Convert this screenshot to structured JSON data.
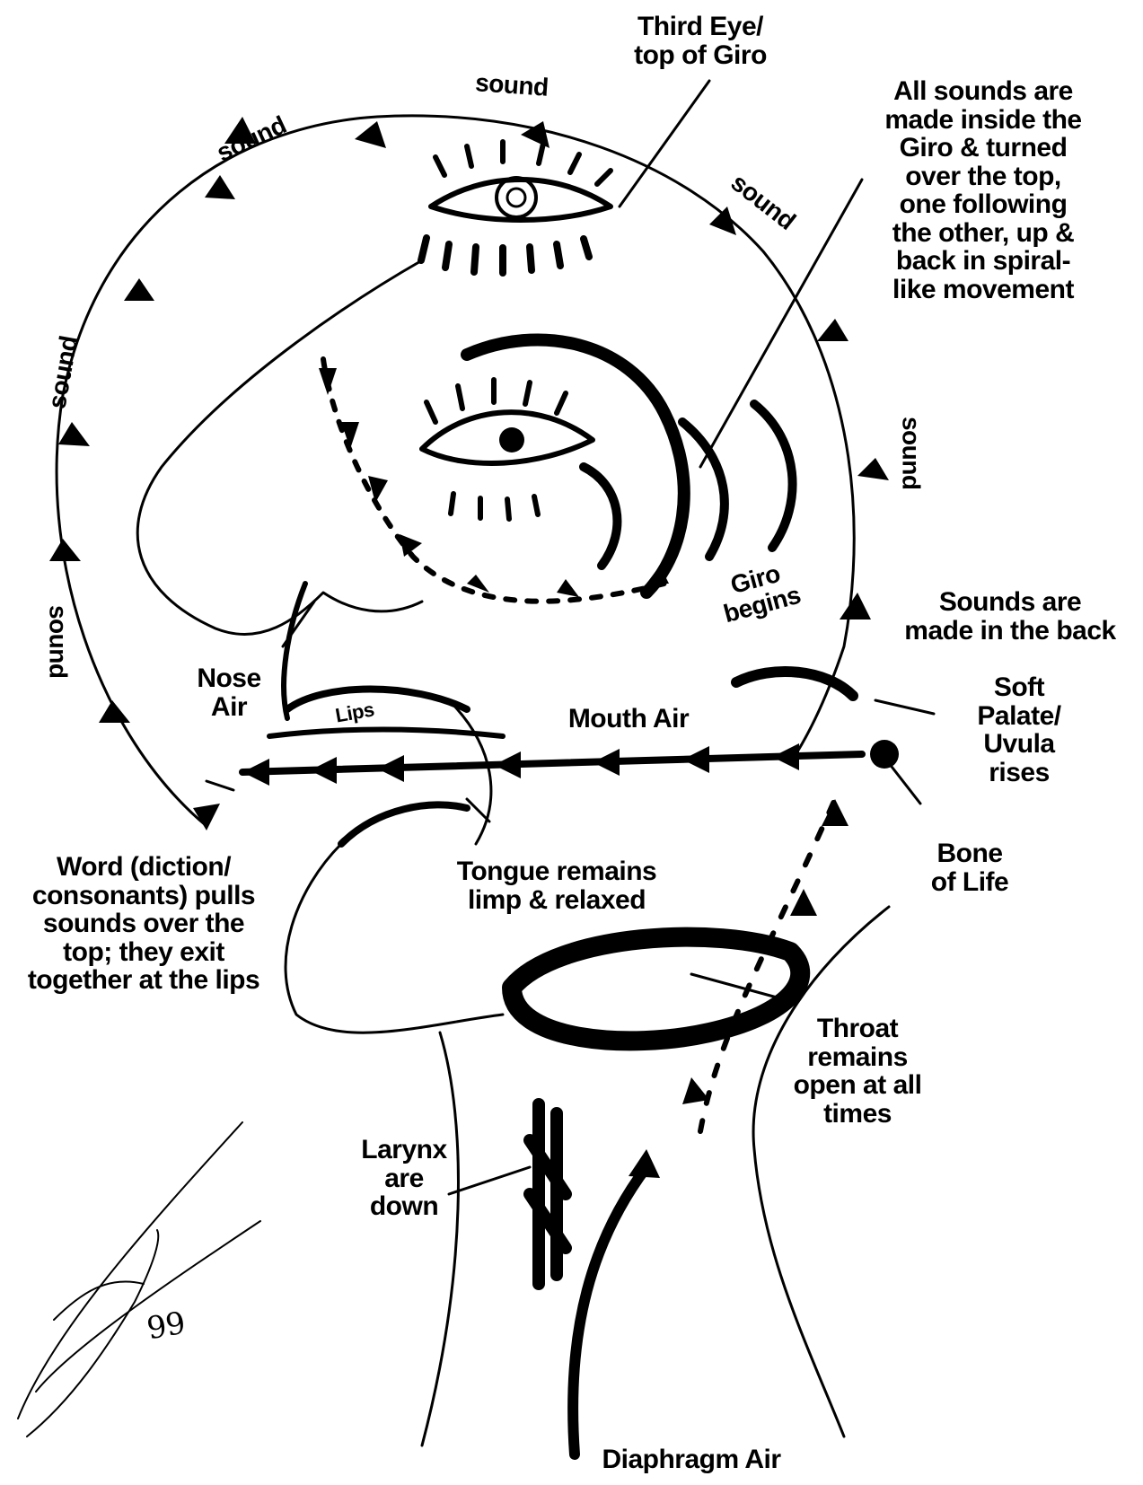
{
  "labels": {
    "third_eye": "Third Eye/\ntop of Giro",
    "all_sounds": "All sounds are\nmade inside the\nGiro & turned\nover the top,\none following\nthe other, up &\nback in spiral-\nlike movement",
    "sound_top": "sound",
    "sound_top_left": "sound",
    "sound_top_right": "sound",
    "sound_left_upper": "sound",
    "sound_left_lower": "sound",
    "sound_right": "sound",
    "giro_begins": "Giro\nbegins",
    "sounds_back": "Sounds are\nmade in the back",
    "nose_air": "Nose\nAir",
    "lips": "Lips",
    "mouth_air": "Mouth Air",
    "soft_palate": "Soft\nPalate/\nUvula\nrises",
    "bone_of_life": "Bone\nof Life",
    "tongue": "Tongue remains\nlimp & relaxed",
    "word": "Word (diction/\nconsonants) pulls\nsounds over the\ntop; they exit\ntogether at the lips",
    "throat": "Throat\nremains\nopen at all\ntimes",
    "larynx": "Larynx\nare\ndown",
    "diaphragm": "Diaphragm Air",
    "signature_number": "99"
  },
  "colors": {
    "ink": "#000000",
    "paper": "#ffffff"
  }
}
